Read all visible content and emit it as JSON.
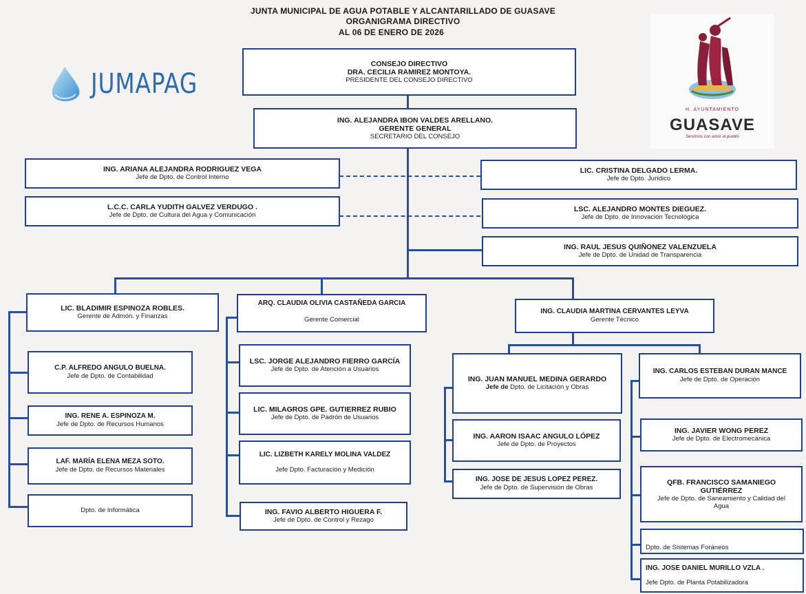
{
  "header": {
    "line1": "JUNTA MUNICIPAL DE AGUA POTABLE Y ALCANTARILLADO DE GUASAVE",
    "line2": "ORGANIGRAMA DIRECTIVO",
    "line3": "AL 06 DE ENERO DE 2026"
  },
  "logos": {
    "left_text": "JUMAPAG",
    "right_caption": "H. AYUNTAMIENTO",
    "right_name": "GUASAVE",
    "right_tagline": "Servimos con amor al pueblo"
  },
  "colors": {
    "line": "#2a4d9c",
    "border": "#1f3f8f",
    "brand_red": "#8a1f3a",
    "drop_blue": "#4fa3d9",
    "text_blue": "#2b6cb0"
  },
  "nodes": {
    "consejo": {
      "title": "CONSEJO DIRECTIVO",
      "name": "DRA. CECILIA RAMIREZ MONTOYA.",
      "role": "PRESIDENTE DEL CONSEJO DIRECTIVO"
    },
    "gerente": {
      "name": "ING. ALEJANDRA IBON VALDES ARELLANO.",
      "title": "GERENTE GENERAL",
      "role": "SECRETARIO DEL CONSEJO"
    },
    "control_interno": {
      "name": "ING. ARIANA ALEJANDRA RODRIGUEZ VEGA",
      "role": "Jefe de Dpto. de Control Interno"
    },
    "cultura_agua": {
      "name": "L.C.C. CARLA YUDITH GALVEZ VERDUGO .",
      "role": "Jefe de Dpto. de Cultura del Agua y Comunicación"
    },
    "juridico": {
      "name": "LIC. CRISTINA DELGADO LERMA.",
      "role": "Jefe de Dpto. Jurídico"
    },
    "innovacion": {
      "name": "LSC. ALEJANDRO MONTES DIEGUEZ.",
      "role": "Jefe de Dpto. de Innovación Tecnológica"
    },
    "transparencia": {
      "name": "ING. RAUL JESUS QUIÑONEZ VALENZUELA",
      "role": "Jefe de Dpto. de Unidad de Transparencia"
    },
    "admon": {
      "name": "LIC. BLADIMIR ESPINOZA ROBLES.",
      "role": "Gerente de Admón. y Finanzas"
    },
    "contabilidad": {
      "name": "C.P. ALFREDO ANGULO BUELNA.",
      "role": "Jefe de Dpto. de Contabilidad"
    },
    "rh": {
      "name": "ING. RENE A. ESPINOZA M.",
      "role": "Jefe de Dpto. de Recursos Humanos"
    },
    "materiales": {
      "name": "LAF. MARÍA ELENA MEZA SOTO.",
      "role": "Jefe de Dpto. de Recursos Materiales"
    },
    "informatica": {
      "role": "Dpto. de Informática"
    },
    "comercial": {
      "name": "ARQ. CLAUDIA OLIVIA CASTAÑEDA GARCIA",
      "role": "Gerente Comercial"
    },
    "atencion": {
      "name": "LSC. JORGE ALEJANDRO FIERRO GARCÍA",
      "role": "Jefe de Dpto. de Atención a Usuarios"
    },
    "padron": {
      "name": "LIC. MILAGROS GPE. GUTIERREZ RUBIO",
      "role": "Jefe de Dpto. de Padrón de Usuarios"
    },
    "facturacion": {
      "name": "LIC. LIZBETH KARELY MOLINA VALDEZ",
      "role": "Jefe Dpto. Facturación y Medición"
    },
    "rezago": {
      "name": "ING. FAVIO ALBERTO HIGUERA F.",
      "role": "Jefe de Dpto. de Control y Rezago"
    },
    "tecnico": {
      "name": "ING. CLAUDIA MARTINA CERVANTES LEYVA",
      "role": "Gerente Técnico"
    },
    "licitacion": {
      "name": "ING. JUAN MANUEL MEDINA GERARDO",
      "role_bold": "Jefe de",
      "role": "Dpto. de Licitación y Obras"
    },
    "proyectos": {
      "name": "ING. AARON ISAAC ANGULO LÓPEZ",
      "role": "Jefe de Dpto. de Proyectos"
    },
    "supervision": {
      "name": "ING. JOSE DE JESUS LOPEZ PEREZ.",
      "role": "Jefe de Dpto. de Supervisión de Obras"
    },
    "operacion": {
      "name": "ING. CARLOS ESTEBAN DURAN MANCE",
      "role": "Jefe de Dpto. de Operación"
    },
    "electromecanica": {
      "name": "ING. JAVIER WONG PEREZ",
      "role": "Jefe de Dpto. de Electromecánica"
    },
    "saneamiento": {
      "name": "QFB. FRANCISCO SAMANIEGO GUTIÉRREZ",
      "role": "Jefe de Dpto. de Saneamiento y Calidad del Agua"
    },
    "foraneos": {
      "role": "Dpto. de Sistemas Foráneos"
    },
    "potabilizadora": {
      "name": "ING. JOSE DANIEL MURILLO VZLA .",
      "role": "Jefe Dpto. de Planta Potabilizadora"
    }
  }
}
